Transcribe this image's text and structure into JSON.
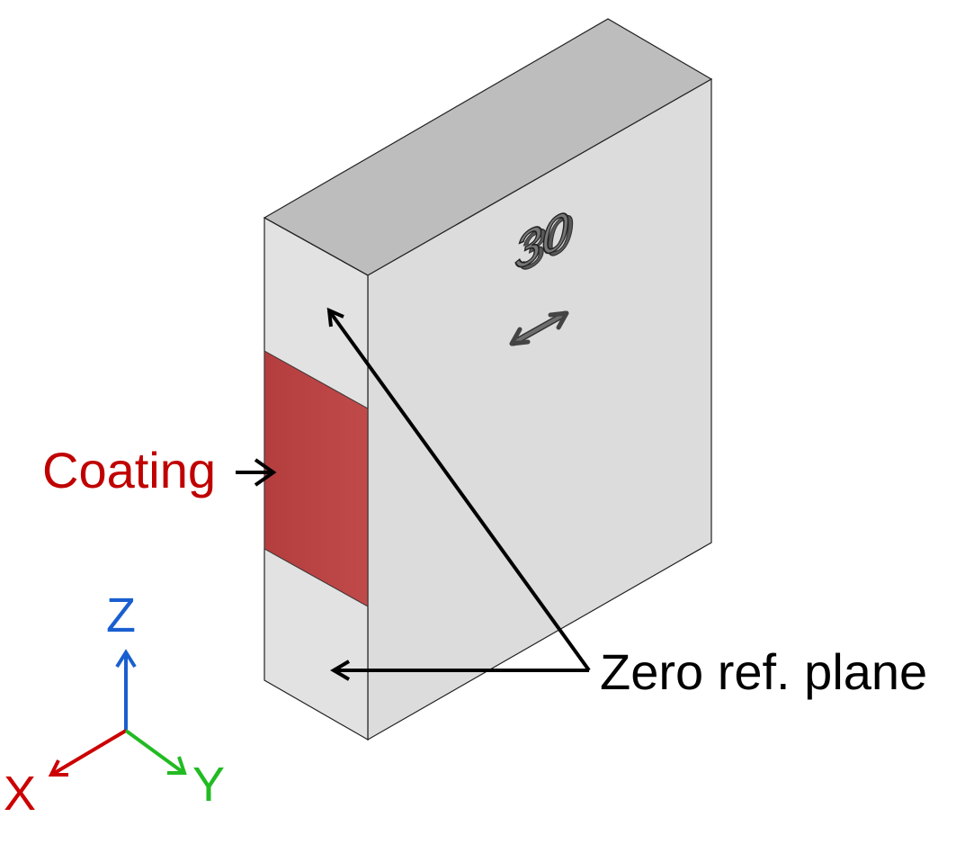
{
  "labels": {
    "coating": "Coating",
    "zero_ref_plane": "Zero ref. plane"
  },
  "axes": {
    "x": "X",
    "y": "Y",
    "z": "Z"
  },
  "block": {
    "thickness": "30"
  },
  "colors": {
    "coating": "#b94444",
    "coating_label": "#c00000",
    "axis_x": "#cc0000",
    "axis_y": "#22bb22",
    "axis_z": "#1a5fd0",
    "annotation": "#000000",
    "block_top": "#bdbdbd",
    "block_face": "#dcdcdc",
    "block_side": "#e0e0e0"
  }
}
